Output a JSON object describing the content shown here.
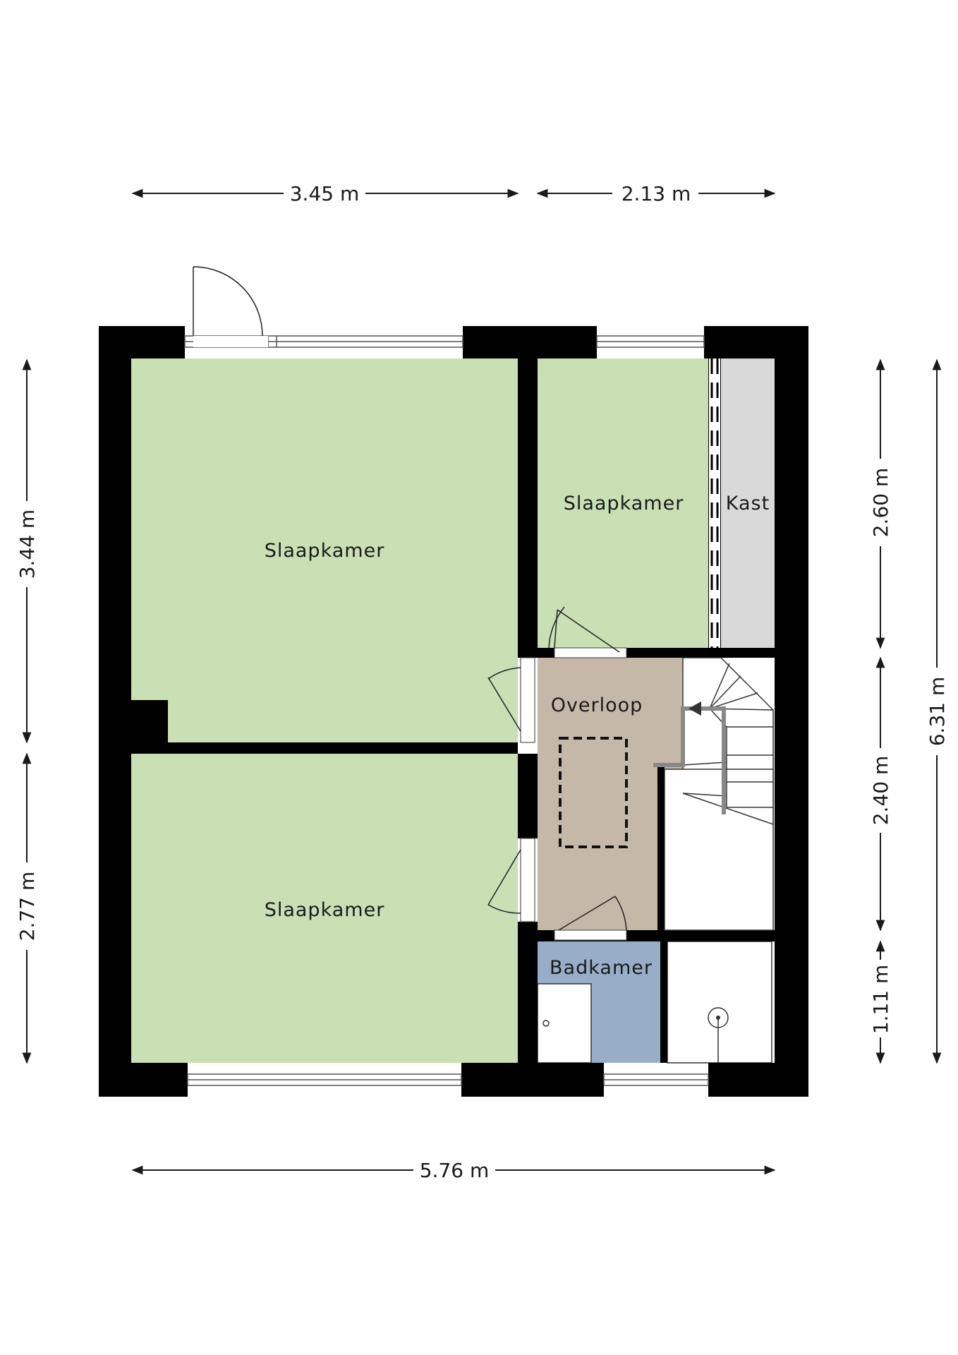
{
  "rooms": {
    "bedroom_large": "Slaapkamer",
    "bedroom_small": "Slaapkamer",
    "closet": "Kast",
    "landing": "Overloop",
    "bedroom_bottom": "Slaapkamer",
    "bathroom": "Badkamer"
  },
  "dimensions": {
    "top_left": "3.45 m",
    "top_right": "2.13 m",
    "bottom": "5.76 m",
    "left_upper": "3.44 m",
    "left_lower": "2.77 m",
    "right_1": "2.60 m",
    "right_2": "2.40 m",
    "right_3": "1.11 m",
    "right_total": "6.31 m"
  },
  "colors": {
    "bedroom": "#c8e0b4",
    "closet": "#d9d9d9",
    "landing": "#c6b8a8",
    "bathroom": "#98adc8",
    "wall": "#000000"
  }
}
